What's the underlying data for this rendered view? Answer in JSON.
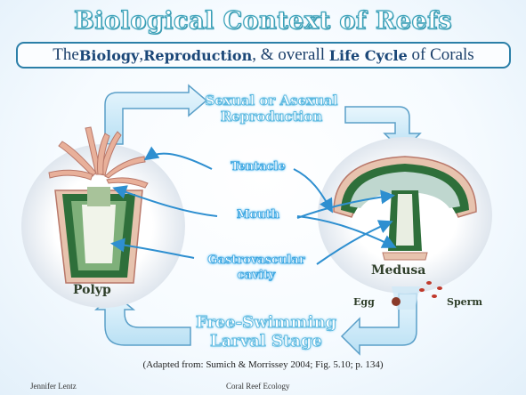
{
  "title": "Biological Context of Reefs",
  "subtitle": {
    "part1": "The ",
    "biology": "Biology",
    "part2": ", ",
    "reproduction": "Reproduction",
    "part3": ", & overall ",
    "life_cycle": "Life Cycle",
    "part4": " of Corals"
  },
  "diagram": {
    "top_arrow_label_line1": "Sexual or Asexual",
    "top_arrow_label_line2": "Reproduction",
    "bottom_arrow_label_line1": "Free-Swimming",
    "bottom_arrow_label_line2": "Larval Stage",
    "label_tentacle": "Tentacle",
    "label_mouth": "Mouth",
    "label_gastro_line1": "Gastrovascular",
    "label_gastro_line2": "cavity",
    "polyp": "Polyp",
    "medusa": "Medusa",
    "egg": "Egg",
    "sperm": "Sperm"
  },
  "caption": "(Adapted from: Sumich & Morrissey 2004; Fig. 5.10; p. 134)",
  "footer": {
    "author": "Jennifer Lentz",
    "course": "Coral Reef Ecology"
  }
}
